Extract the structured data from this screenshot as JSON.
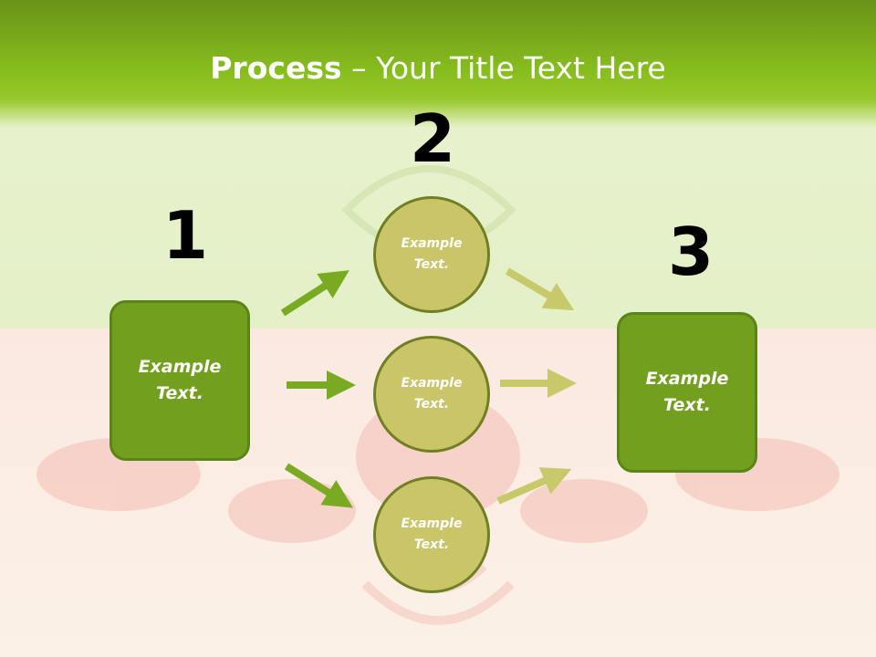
{
  "slide": {
    "title_bold": "Process",
    "title_rest": " – Your Title Text Here",
    "numbers": [
      "1",
      "2",
      "3"
    ],
    "left_box": "Example\nText.",
    "right_box": "Example\nText.",
    "circles": [
      "Example\nText.",
      "Example\nText.",
      "Example\nText."
    ]
  },
  "colors": {
    "header_green": "#86bd1e",
    "box_green": "#72a01e",
    "circle_fill": "#cbc56a",
    "arrow_green": "#78aa22",
    "arrow_light": "#c8c96a"
  }
}
